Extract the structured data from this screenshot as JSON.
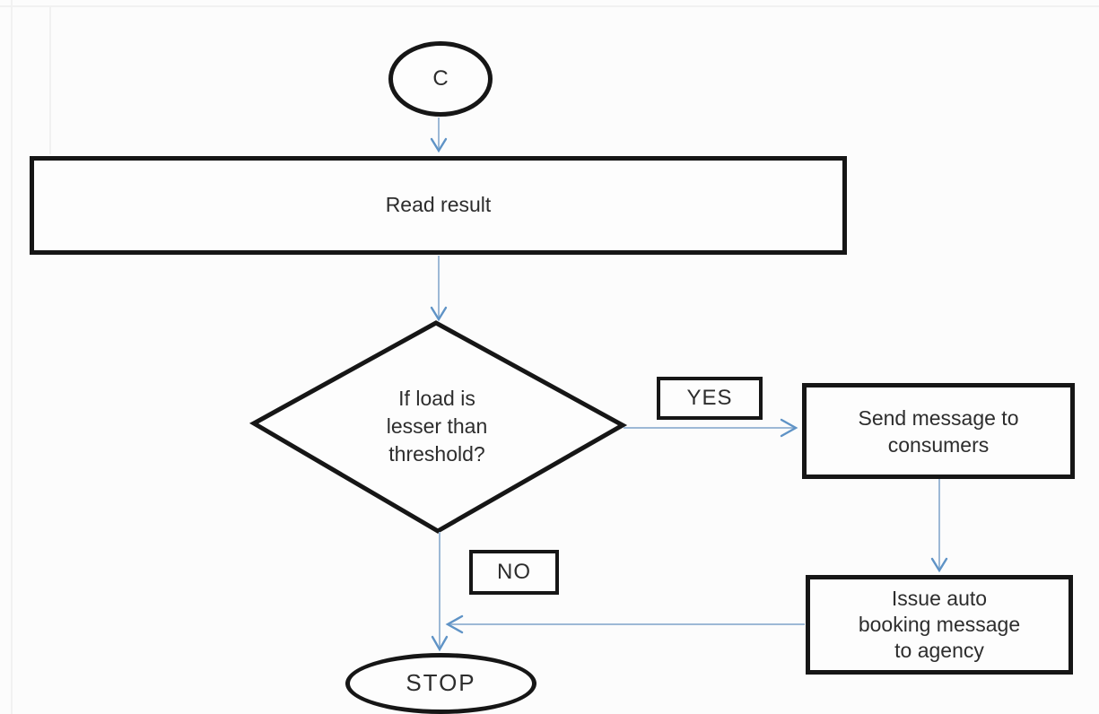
{
  "diagram_type": "flowchart",
  "colors": {
    "bg": "#fcfcfc",
    "fill": "#fdfdfd",
    "ink": "#161616",
    "text": "#2d2d2d",
    "arrow": "#9db9d6",
    "arrowhead": "#5f93c6"
  },
  "nodes": {
    "connector": {
      "shape": "circle",
      "label": "C"
    },
    "read_result": {
      "shape": "process",
      "label": "Read result"
    },
    "decision": {
      "shape": "decision",
      "label": "If load is lesser than threshold?"
    },
    "send_message": {
      "shape": "process",
      "label": "Send message to consumers"
    },
    "issue_auto_booking": {
      "shape": "process",
      "label": "Issue auto booking message to agency"
    },
    "stop": {
      "shape": "terminator",
      "label": "STOP"
    }
  },
  "edges": [
    {
      "from": "connector",
      "to": "read_result",
      "label": ""
    },
    {
      "from": "read_result",
      "to": "decision",
      "label": ""
    },
    {
      "from": "decision",
      "to": "send_message",
      "label": "YES"
    },
    {
      "from": "send_message",
      "to": "issue_auto_booking",
      "label": ""
    },
    {
      "from": "decision",
      "to": "stop",
      "label": "NO"
    },
    {
      "from": "issue_auto_booking",
      "to": "stop",
      "label": ""
    }
  ]
}
